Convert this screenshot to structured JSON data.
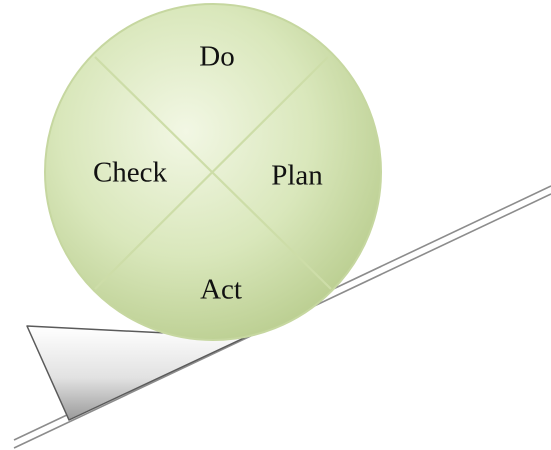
{
  "pdca_wheel": {
    "labels": {
      "top": "Do",
      "right": "Plan",
      "bottom": "Act",
      "left": "Check"
    }
  },
  "colors": {
    "wheel_fill_light": "#eef4dc",
    "wheel_fill_mid": "#d4e2b1",
    "wheel_fill_dark": "#b8cc8d",
    "wheel_outline": "#c6d7a0",
    "divider_lines": "#cddda8",
    "ramp_lines": "#8c8c8c",
    "wedge_fill_light": "#ffffff",
    "wedge_fill_dark": "#a0a0a0",
    "wedge_outline": "#5a5a5a"
  }
}
